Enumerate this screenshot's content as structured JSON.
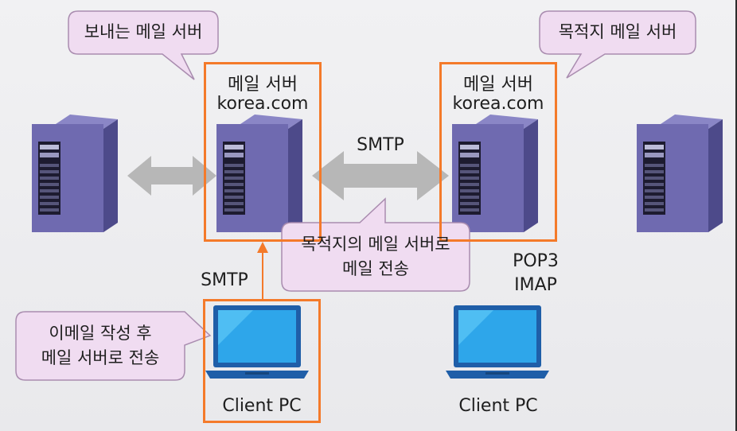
{
  "labels": {
    "sending_server": "보내는 메일 서버",
    "dest_server": "목적지 메일 서버",
    "left_mail_server_title": "메일 서버",
    "left_mail_server_domain": "korea.com",
    "right_mail_server_title": "메일 서버",
    "right_mail_server_domain": "korea.com",
    "smtp_between_servers": "SMTP",
    "smtp_client": "SMTP",
    "pop3": "POP3",
    "imap": "IMAP",
    "transfer_note_line1": "목적지의 메일 서버로",
    "transfer_note_line2": "메일 전송",
    "compose_note_line1": "이메일 작성 후",
    "compose_note_line2": "메일 서버로 전송",
    "client_left": "Client PC",
    "client_right": "Client PC"
  },
  "colors": {
    "highlight_box": "#f47a2a",
    "callout_fill": "#f0dcf1",
    "callout_stroke": "#a98caf",
    "server_front": "#6f6ab0",
    "server_side": "#4d4a8a",
    "arrow_fill": "#b7b7b7",
    "laptop_screen": "#2ea6ea",
    "laptop_frame": "#1f5ea8"
  },
  "icons": [
    "server-icon",
    "laptop-icon",
    "double-arrow-icon",
    "up-arrow-icon"
  ]
}
